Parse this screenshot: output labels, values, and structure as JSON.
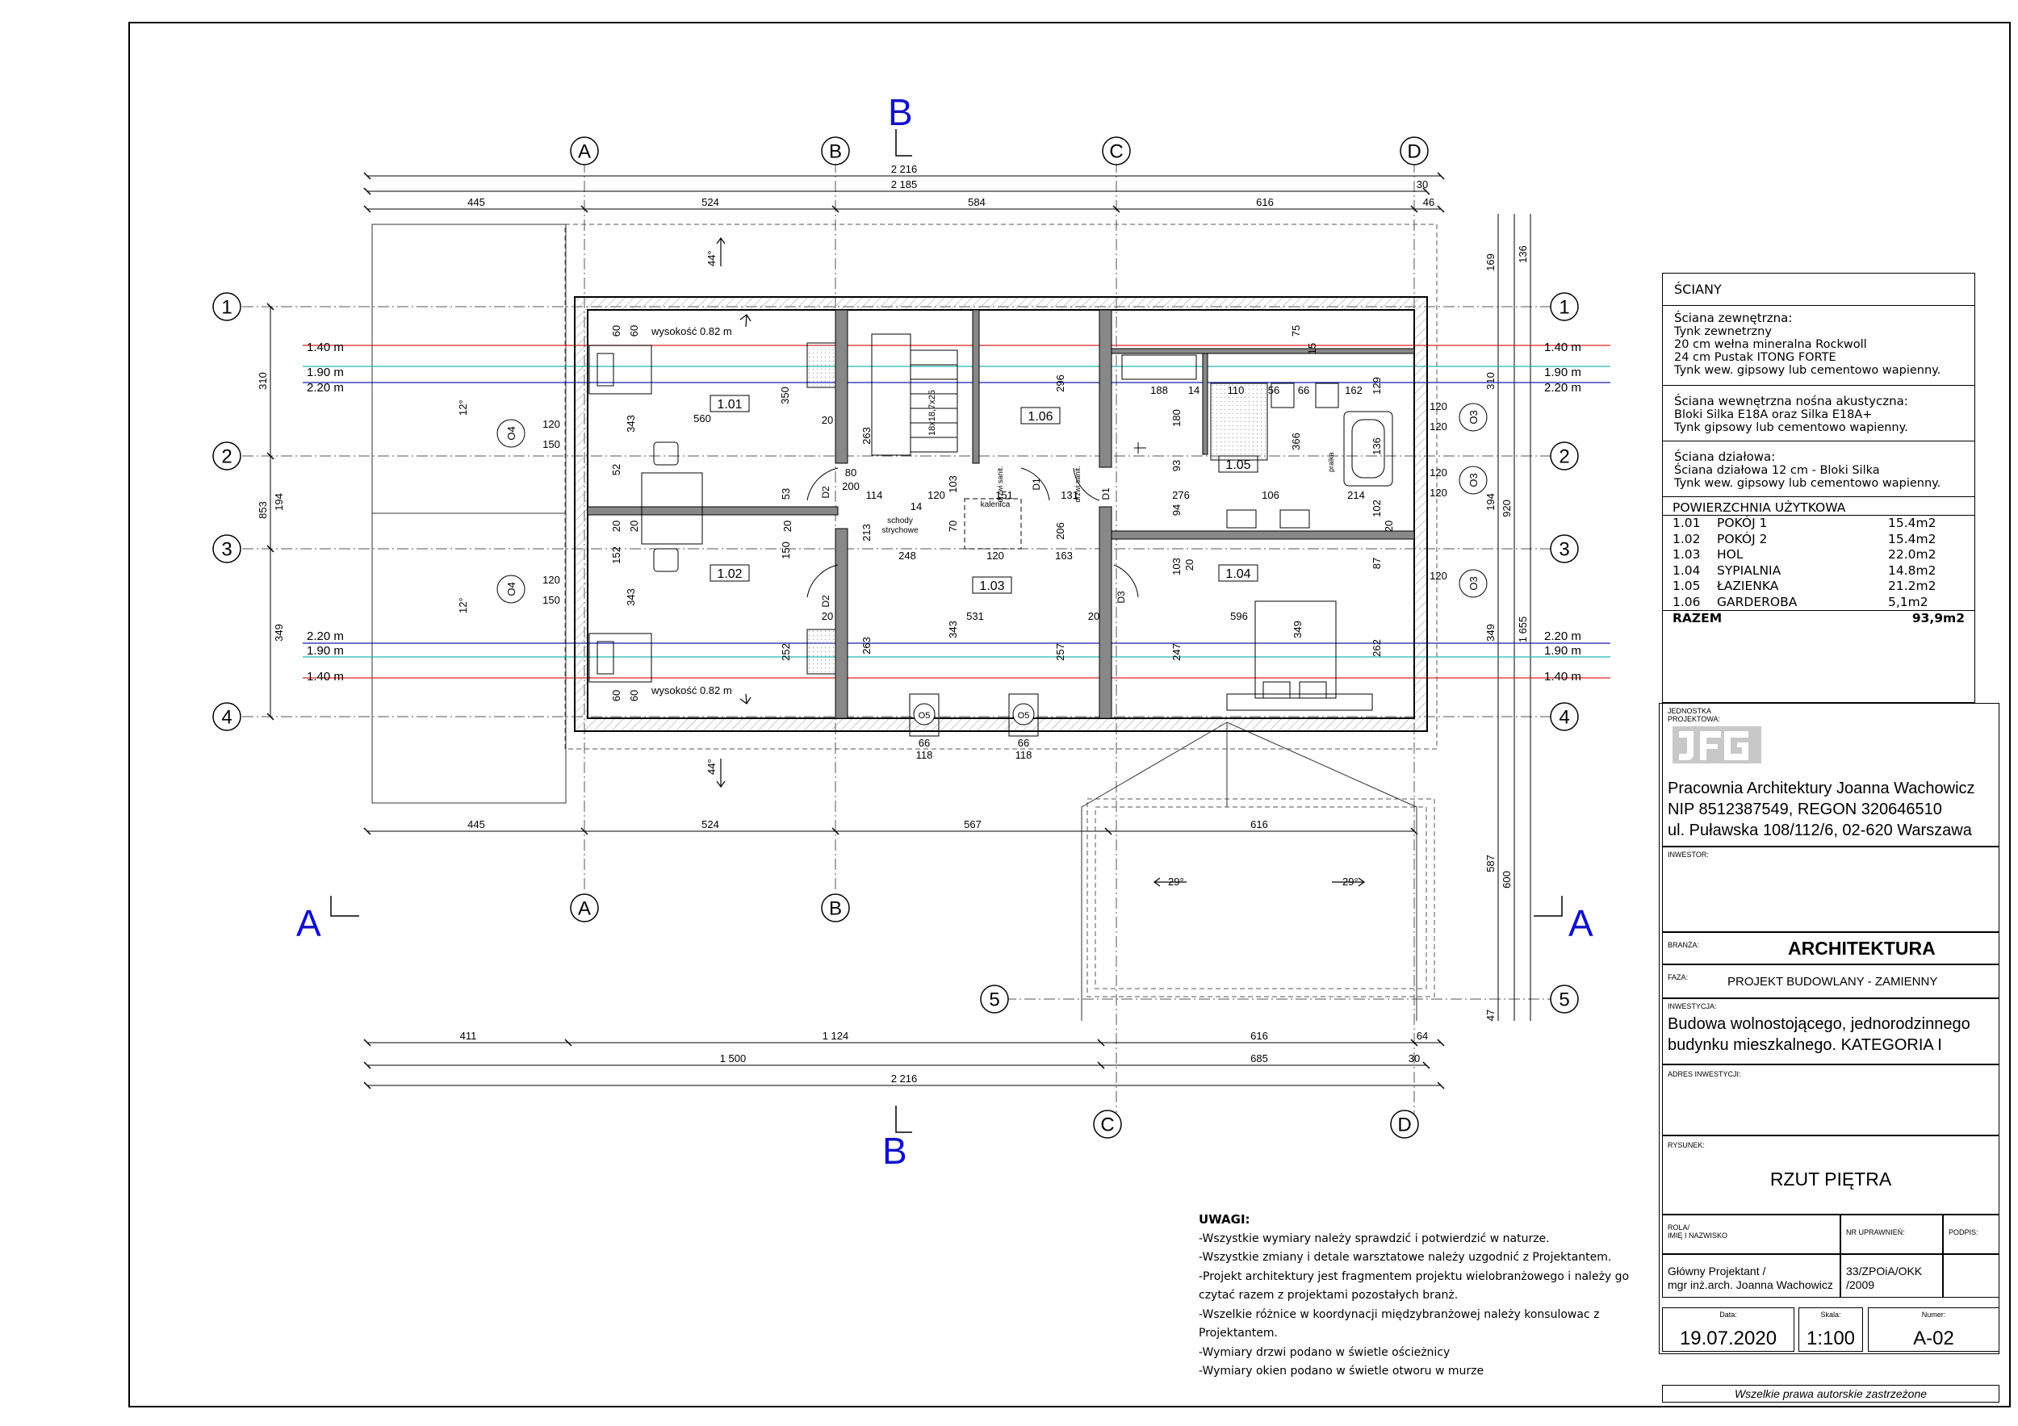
{
  "sections": {
    "A": "A",
    "B": "B"
  },
  "axes_letters": [
    "A",
    "B",
    "C",
    "D"
  ],
  "axes_numbers": [
    "1",
    "2",
    "3",
    "4",
    "5"
  ],
  "dimensions": {
    "top_total_1": "2 216",
    "top_total_2": "2 185",
    "top_30": "30",
    "top_segments": [
      "445",
      "524",
      "584",
      "616",
      "46"
    ],
    "mid_segments": [
      "445",
      "524",
      "567",
      "616"
    ],
    "bottom_row1": [
      "411",
      "1 124",
      "616",
      "64"
    ],
    "bottom_row2": [
      "1 500",
      "685",
      "30"
    ],
    "bottom_total": "2 216",
    "left": [
      "310",
      "194",
      "349",
      "853"
    ],
    "right": [
      "169",
      "136",
      "310",
      "194",
      "349",
      "920",
      "1 655",
      "587",
      "600",
      "47"
    ]
  },
  "levels": [
    {
      "label": "1.40 m",
      "color": "#e02020"
    },
    {
      "label": "1.90 m",
      "color": "#20b8b8"
    },
    {
      "label": "2.20 m",
      "color": "#1a1ab0"
    }
  ],
  "slopes": {
    "p44": "44°",
    "p12": "12°",
    "p29": "29°"
  },
  "height_note": "wysokość 0.82 m",
  "rooms": [
    {
      "id": "1.01"
    },
    {
      "id": "1.02"
    },
    {
      "id": "1.03"
    },
    {
      "id": "1.04"
    },
    {
      "id": "1.05"
    },
    {
      "id": "1.06"
    }
  ],
  "plan_labels": {
    "stairs": "schody strychowe",
    "chimney": "kalenica",
    "stair_run": "18x18,7x25",
    "door_sanit": "drzwi sanit.",
    "washer": "pralka",
    "window_O4": "O4",
    "window_O3": "O3",
    "window_O5": "O5",
    "D1": "D1",
    "D2": "D2",
    "D3": "D3",
    "win_sizes": [
      "120",
      "150",
      "120",
      "150",
      "120",
      "120",
      "120",
      "120",
      "120"
    ],
    "o5_sizes": [
      "66",
      "118"
    ]
  },
  "inner_dims": [
    "560",
    "350",
    "343",
    "52",
    "152",
    "343",
    "60",
    "60",
    "60",
    "60",
    "20",
    "20",
    "20",
    "20",
    "53",
    "150",
    "252",
    "213",
    "263",
    "20",
    "343",
    "531",
    "248",
    "114",
    "120",
    "14",
    "151",
    "103",
    "70",
    "120",
    "163",
    "206",
    "257",
    "263",
    "296",
    "131",
    "20",
    "180",
    "93",
    "276",
    "94",
    "103",
    "247",
    "20",
    "596",
    "349",
    "262",
    "87",
    "102",
    "20",
    "188",
    "14",
    "110",
    "56",
    "66",
    "162",
    "129",
    "75",
    "15",
    "366",
    "136",
    "106",
    "214",
    "80",
    "200"
  ],
  "walls_box": {
    "title": "ŚCIANY",
    "ext_title": "Ściana zewnętrzna:",
    "ext_lines": [
      "Tynk zewnetrzny",
      "20 cm wełna mineralna  Rockwoll",
      "24 cm Pustak ITONG FORTE",
      "Tynk wew. gipsowy lub cementowo wapienny."
    ],
    "int_title": "Ściana wewnętrzna nośna akustyczna:",
    "int_lines": [
      "Bloki Silka E18A oraz Silka E18A+",
      "Tynk gipsowy lub cementowo wapienny."
    ],
    "party_title": "Ściana działowa:",
    "party_lines": [
      "Ściana działowa 12 cm - Bloki Silka",
      "Tynk wew. gipsowy lub cementowo wapienny."
    ]
  },
  "areas": {
    "title": "POWIERZCHNIA UŻYTKOWA",
    "rows": [
      {
        "id": "1.01",
        "name": "POKÓJ 1",
        "area": "15.4m2"
      },
      {
        "id": "1.02",
        "name": "POKÓJ 2",
        "area": "15.4m2"
      },
      {
        "id": "1.03",
        "name": "HOL",
        "area": "22.0m2"
      },
      {
        "id": "1.04",
        "name": "SYPIALNIA",
        "area": "14.8m2"
      },
      {
        "id": "1.05",
        "name": "ŁAZIENKA",
        "area": "21.2m2"
      },
      {
        "id": "1.06",
        "name": "GARDEROBA",
        "area": "5,1m2"
      }
    ],
    "total_label": "RAZEM",
    "total": "93,9m2"
  },
  "title_block": {
    "unit_label": "JEDNOSTKA PROJEKTOWA:",
    "firm": "Pracownia Architektury Joanna Wachowicz",
    "nip": "NIP 8512387549,  REGON 320646510",
    "address": "ul. Puławska 108/112/6, 02-620 Warszawa",
    "investor_label": "INWESTOR:",
    "branch_label": "BRANŻA:",
    "branch": "ARCHITEKTURA",
    "phase_label": "FAZA:",
    "phase": "PROJEKT BUDOWLANY - ZAMIENNY",
    "investment_label": "INWESTYCJA:",
    "investment_1": "Budowa wolnostojącego, jednorodzinnego",
    "investment_2": "budynku mieszkalnego. KATEGORIA  I",
    "inv_address_label": "ADRES INWESTYCJI:",
    "drawing_label": "RYSUNEK:",
    "drawing": "RZUT PIĘTRA",
    "role_label_1": "ROLA/",
    "role_label_2": "IMIĘ I NAZWISKO",
    "license_label": "NR UPRAWNIEŃ:",
    "signature_label": "PODPIS:",
    "designer_1": "Główny Projektant /",
    "designer_2": "mgr inż.arch. Joanna Wachowicz",
    "license_1": "33/ZPOiA/OKK",
    "license_2": "/2009",
    "date_label": "Data:",
    "date": "19.07.2020",
    "scale_label": "Skala:",
    "scale": "1:100",
    "number_label": "Numer:",
    "number": "A-02",
    "copyright": "Wszelkie prawa autorskie zastrzeżone"
  },
  "notes": {
    "title": "UWAGI:",
    "lines": [
      "-Wszystkie wymiary należy sprawdzić i potwierdzić w naturze.",
      "-Wszystkie zmiany i detale warsztatowe należy uzgodnić z Projektantem.",
      "-Projekt architektury jest fragmentem projektu wielobranżowego i  należy go",
      "czytać razem z projektami pozostałych branż.",
      "-Wszelkie różnice w koordynacji międzybranżowej należy konsulowac z",
      "Projektantem.",
      "-Wymiary drzwi podano w świetle ościeżnicy",
      "-Wymiary okien podano w świetle otworu w murze"
    ]
  }
}
